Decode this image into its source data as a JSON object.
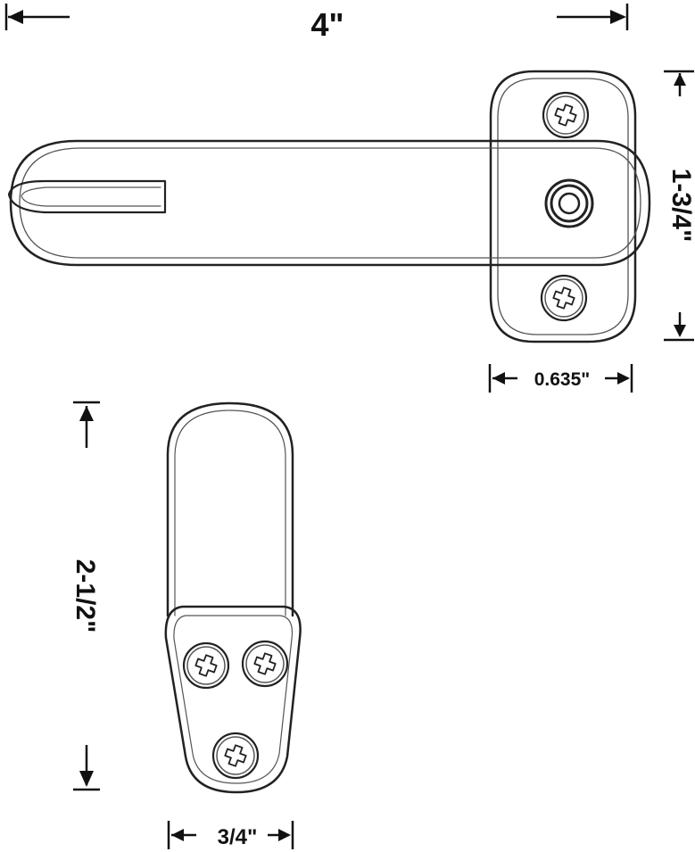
{
  "dimensions": {
    "latch_width": "4\"",
    "latch_height": "1-3/4\"",
    "plate_depth": "0.635\"",
    "keeper_height": "2-1/2\"",
    "keeper_width": "3/4\""
  },
  "colors": {
    "line": "#222222",
    "text": "#111111",
    "background": "#ffffff"
  }
}
